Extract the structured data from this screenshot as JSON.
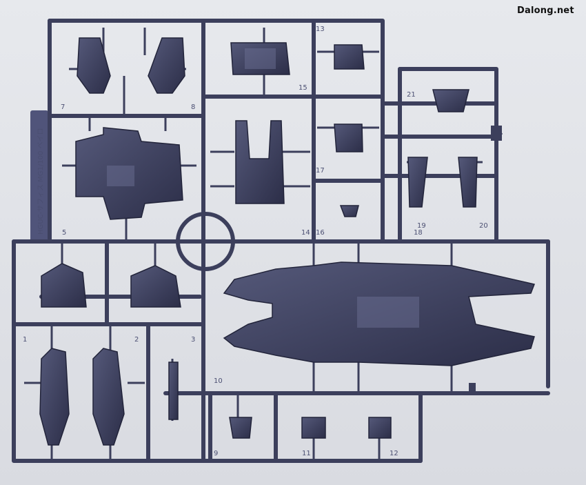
{
  "watermark": "Dalong.net",
  "frame_tab": "HGUC-サフィス MG1/100 ベイロ",
  "part_numbers": [
    "1",
    "2",
    "3",
    "5",
    "7",
    "8",
    "9",
    "10",
    "11",
    "12",
    "13",
    "14",
    "15",
    "16",
    "17",
    "18",
    "19",
    "20",
    "21"
  ],
  "colors": {
    "background": "#dfe1e6",
    "plastic": "#3c3f5c",
    "plastic_dark": "#2a2c44",
    "plastic_light": "#5a5e80"
  }
}
